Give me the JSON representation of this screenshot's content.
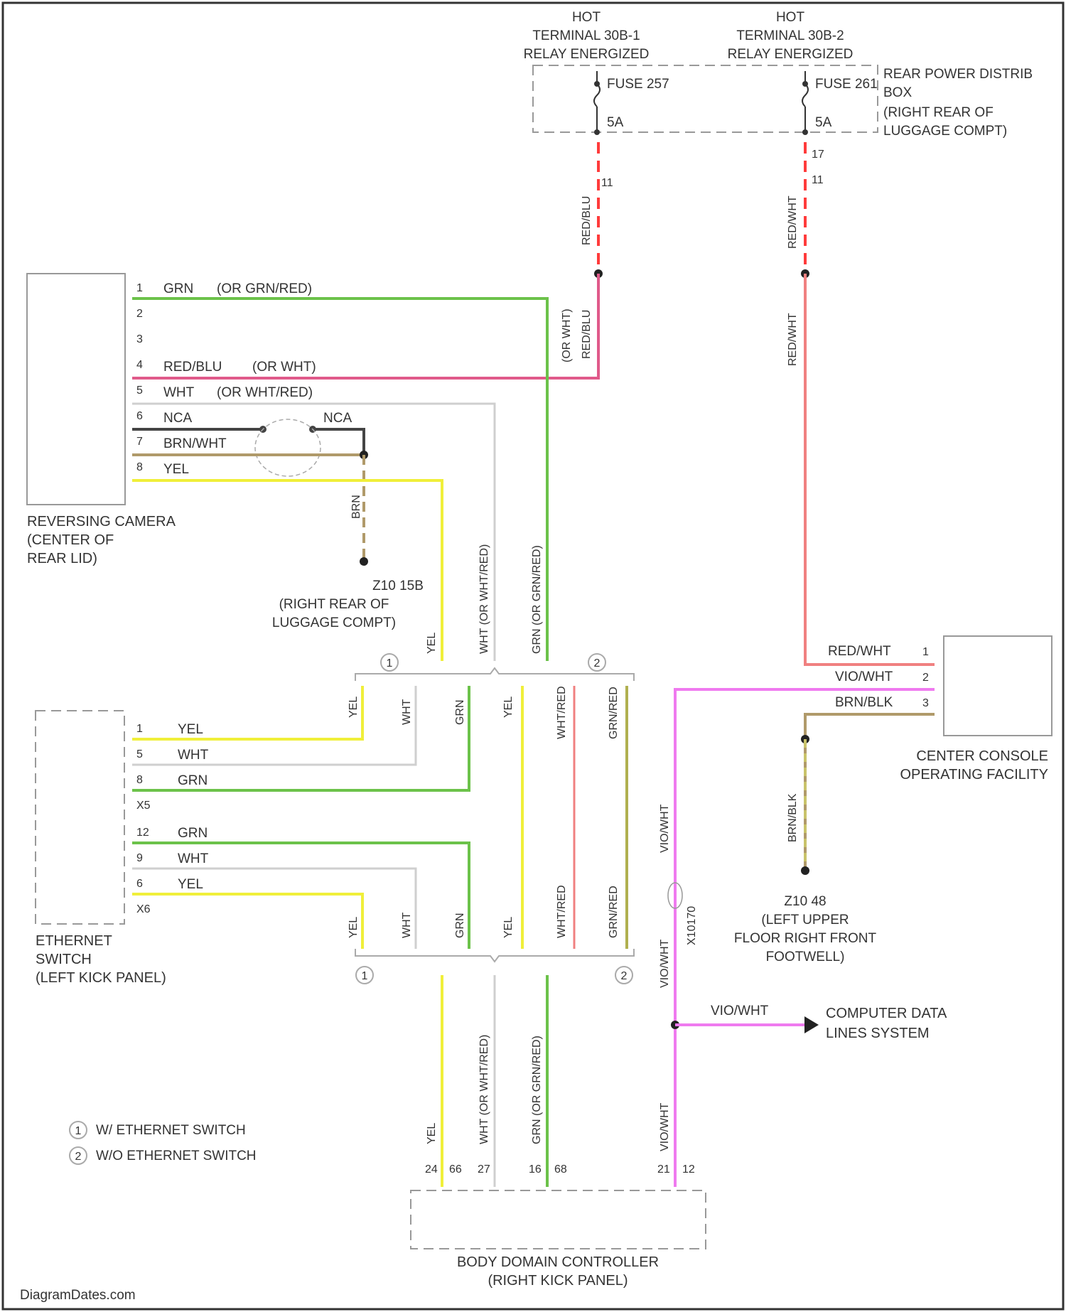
{
  "hot_labels": {
    "left": [
      "HOT",
      "TERMINAL 30B-1",
      "RELAY ENERGIZED"
    ],
    "right": [
      "HOT",
      "TERMINAL 30B-2",
      "RELAY ENERGIZED"
    ]
  },
  "fuses": {
    "left_name": "FUSE 257",
    "left_rating": "5A",
    "right_name": "FUSE 261",
    "right_rating": "5A"
  },
  "rear_power_box": [
    "REAR POWER DISTRIB",
    "BOX",
    "(RIGHT REAR OF",
    "LUGGAGE COMPT)"
  ],
  "camera": {
    "name": [
      "REVERSING CAMERA",
      "(CENTER OF",
      "REAR LID)"
    ],
    "pins": [
      "1",
      "2",
      "3",
      "4",
      "5",
      "6",
      "7",
      "8"
    ],
    "wires": {
      "p1": "GRN",
      "p1_alt": "(OR GRN/RED)",
      "p4": "RED/BLU",
      "p4_alt": "(OR WHT)",
      "p5": "WHT",
      "p5_alt": "(OR WHT/RED)",
      "p6": "NCA",
      "p6_right": "NCA",
      "p7": "BRN/WHT",
      "p8": "YEL"
    }
  },
  "upper_vertical": {
    "left_red": "RED/BLU",
    "left_lower_a": "(OR WHT)",
    "left_lower_b": "RED/BLU",
    "right_red": "RED/WHT",
    "right_lower": "RED/WHT",
    "pin_left": "11",
    "pin_right_a": "17",
    "pin_right_b": "11"
  },
  "ground_upper": {
    "wire": "BRN",
    "name": [
      "Z10 15B",
      "(RIGHT REAR OF",
      "LUGGAGE COMPT)"
    ]
  },
  "vertical_labels": {
    "yel": "YEL",
    "wht": "WHT (OR WHT/RED)",
    "grn": "GRN (OR GRN/RED)",
    "wht_short": "WHT",
    "grn_short": "GRN",
    "wht_red": "WHT/RED",
    "grn_red": "GRN/RED",
    "vio_wht": "VIO/WHT"
  },
  "ethernet": {
    "name": [
      "ETHERNET",
      "SWITCH",
      "(LEFT KICK PANEL)"
    ],
    "pins_top": [
      "1",
      "5",
      "8",
      "X5"
    ],
    "pins_bottom": [
      "12",
      "9",
      "6",
      "X6"
    ],
    "wires_top": [
      "YEL",
      "WHT",
      "GRN"
    ],
    "wires_bottom": [
      "GRN",
      "WHT",
      "YEL"
    ]
  },
  "console": {
    "name": [
      "CENTER CONSOLE",
      "OPERATING FACILITY"
    ],
    "pins": [
      "1",
      "2",
      "3"
    ],
    "wires": [
      "RED/WHT",
      "VIO/WHT",
      "BRN/BLK"
    ]
  },
  "ground_right": {
    "wire": "BRN/BLK",
    "name": [
      "Z10 48",
      "(LEFT UPPER",
      "FLOOR RIGHT FRONT",
      "FOOTWELL)"
    ]
  },
  "splice_label": "X10170",
  "computer_data": {
    "wire": "VIO/WHT",
    "name": [
      "COMPUTER DATA",
      "LINES SYSTEM"
    ]
  },
  "bdc": {
    "name": [
      "BODY DOMAIN CONTROLLER",
      "(RIGHT KICK PANEL)"
    ],
    "pins": [
      "24",
      "66",
      "27",
      "16",
      "68",
      "21",
      "12"
    ]
  },
  "legend": [
    {
      "num": "1",
      "text": "W/ ETHERNET SWITCH"
    },
    {
      "num": "2",
      "text": "W/O ETHERNET SWITCH"
    }
  ],
  "watermark": "DiagramDates.com",
  "colors": {
    "green": "#6cc24a",
    "yellow": "#f0ef3a",
    "pink": "#e05a8a",
    "violet": "#ef7aef",
    "red": "#f08080",
    "red_dash": "#ff3b3b",
    "brown": "#b09a6a",
    "dark": "#333333",
    "white_wire": "#cfcfcf"
  }
}
